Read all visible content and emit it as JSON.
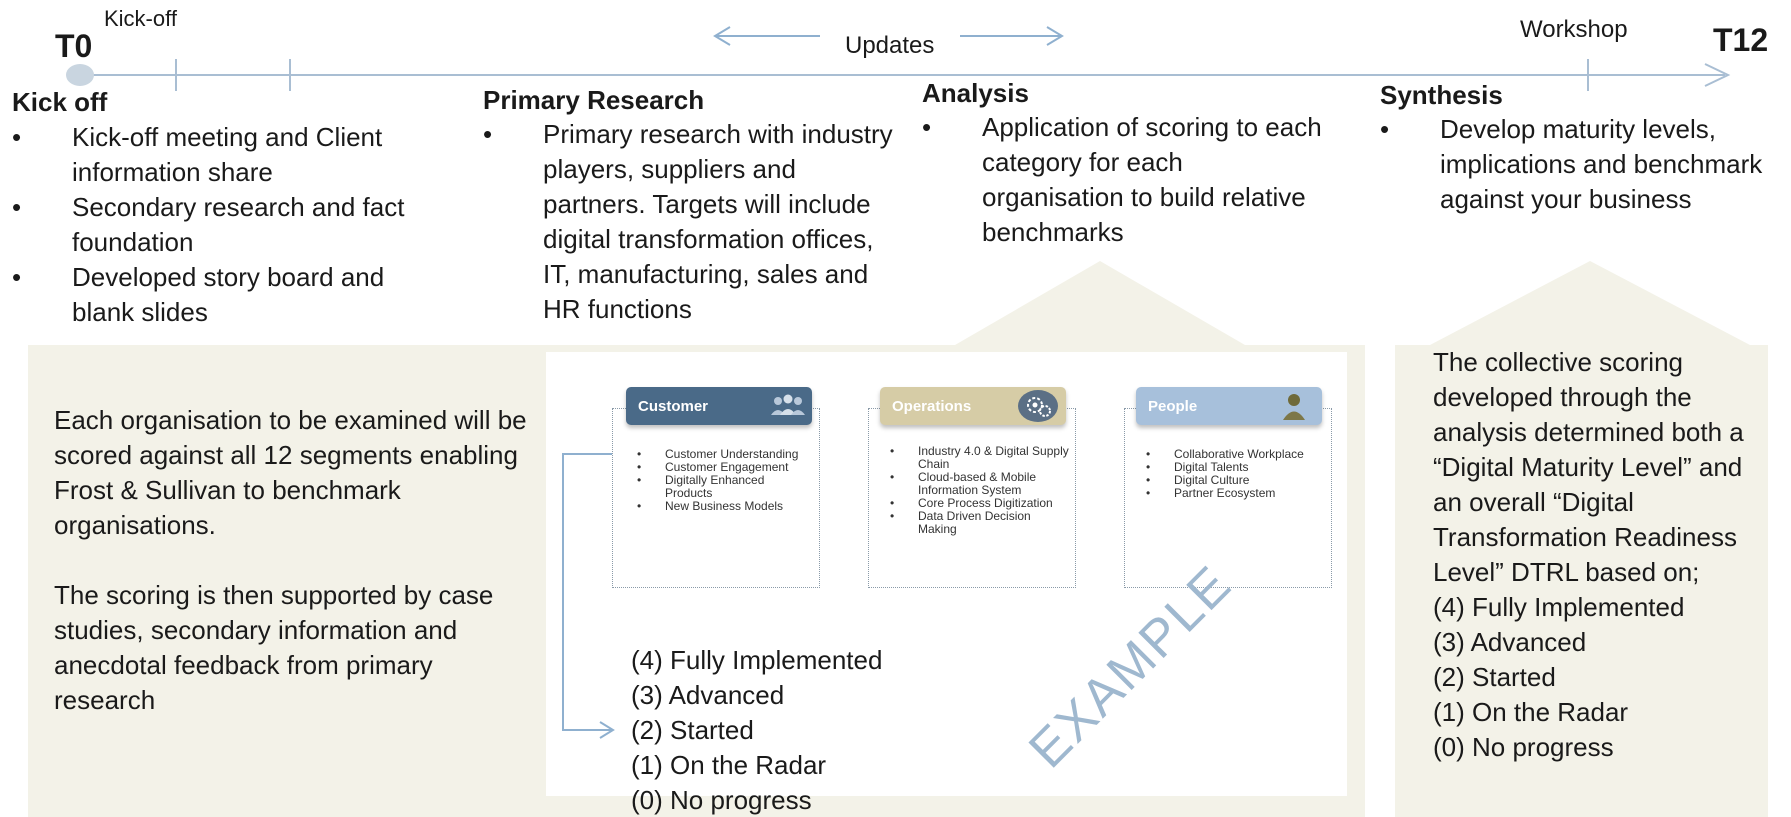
{
  "timeline": {
    "start_label": "T0",
    "end_label": "T12",
    "kickoff_label": "Kick-off",
    "updates_label": "Updates",
    "workshop_label": "Workshop"
  },
  "phases": [
    {
      "title": "Kick off",
      "bullets": [
        "Kick-off meeting and Client information share",
        "Secondary research and fact foundation",
        "Developed story board and blank slides"
      ]
    },
    {
      "title": "Primary Research",
      "bullets": [
        "Primary research with industry players, suppliers and partners. Targets will include digital transformation offices, IT, manufacturing, sales  and HR functions"
      ]
    },
    {
      "title": "Analysis",
      "bullets": [
        "Application of scoring to each category for each organisation to build relative benchmarks"
      ]
    },
    {
      "title": "Synthesis",
      "bullets": [
        "Develop maturity levels, implications and benchmark against your business"
      ]
    }
  ],
  "left_panel": {
    "paragraph1": "Each organisation to be examined will be scored against all 12 segments enabling Frost & Sullivan to benchmark organisations.",
    "paragraph2": "The scoring is then supported by case studies, secondary information and anecdotal feedback from primary research"
  },
  "categories": [
    {
      "name": "Customer",
      "icon": "people-icon",
      "color": "#4a6a88",
      "items": [
        "Customer Understanding",
        "Customer Engagement",
        "Digitally Enhanced Products",
        "New Business Models"
      ]
    },
    {
      "name": "Operations",
      "icon": "gears-icon",
      "color": "#d6cca6",
      "items": [
        "Industry 4.0 & Digital Supply Chain",
        "Cloud-based & Mobile Information System",
        "Core Process Digitization",
        "Data Driven Decision Making"
      ]
    },
    {
      "name": "People",
      "icon": "person-icon",
      "color": "#a7c0db",
      "items": [
        "Collaborative Workplace",
        "Digital Talents",
        "Digital Culture",
        "Partner Ecosystem"
      ]
    }
  ],
  "levels": [
    "(4) Fully Implemented",
    "(3) Advanced",
    "(2) Started",
    "(1) On the Radar",
    "(0) No progress"
  ],
  "watermark": "EXAMPLE",
  "right_panel": {
    "text": "The collective scoring developed through the analysis determined both a “Digital Maturity Level” and an overall “Digital Transformation Readiness Level” DTRL based on;",
    "levels": [
      "(4) Fully Implemented",
      "(3) Advanced",
      "(2) Started",
      "(1) On the Radar",
      "(0) No progress"
    ]
  },
  "colors": {
    "timeline": "#a9bed3",
    "panel": "#f3f2e8",
    "arrow": "#8fb0cf"
  }
}
